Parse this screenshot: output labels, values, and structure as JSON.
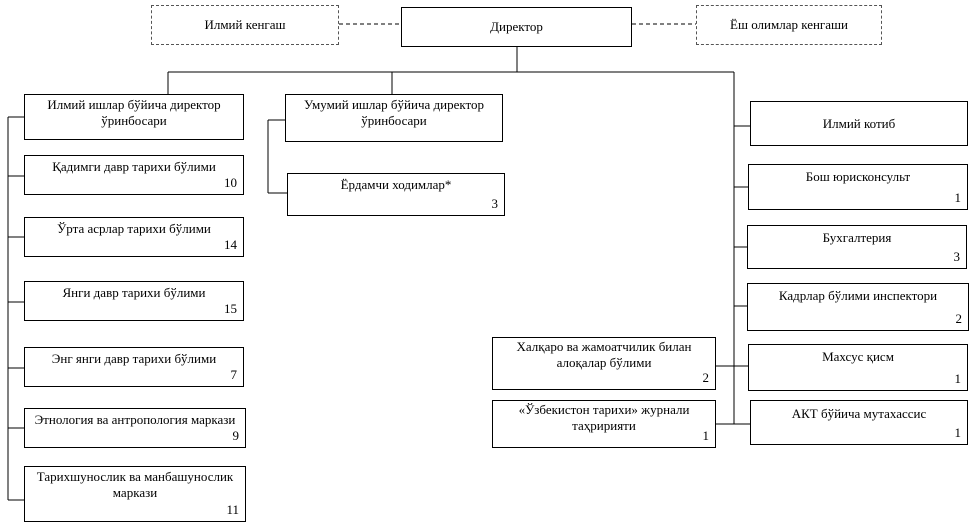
{
  "top": {
    "director": "Директор",
    "scientific_council": "Илмий кенгаш",
    "young_scientists_council": "Ёш олимлар кенгаши"
  },
  "left": {
    "deputy_science": "Илмий ишлар бўйича директор ўринбосари",
    "departments": [
      {
        "label": "Қадимги давр тарихи бўлими",
        "count": "10"
      },
      {
        "label": "Ўрта асрлар тарихи бўлими",
        "count": "14"
      },
      {
        "label": "Янги давр тарихи бўлими",
        "count": "15"
      },
      {
        "label": "Энг янги давр тарихи бўлими",
        "count": "7"
      },
      {
        "label": "Этнология ва антропология маркази",
        "count": "9"
      },
      {
        "label": "Тарихшунослик ва манбашунослик маркази",
        "count": "11"
      }
    ]
  },
  "middle": {
    "deputy_general": "Умумий ишлар бўйича директор ўринбосари",
    "support_staff": {
      "label": "Ёрдамчи ходимлар*",
      "count": "3"
    }
  },
  "right": {
    "secretary": "Илмий котиб",
    "units": [
      {
        "label": "Бош юрисконсульт",
        "count": "1"
      },
      {
        "label": "Бухгалтерия",
        "count": "3"
      },
      {
        "label": "Кадрлар бўлими инспектори",
        "count": "2"
      },
      {
        "label": "Махсус қисм",
        "count": "1"
      },
      {
        "label": "АКТ бўйича мутахассис",
        "count": "1"
      }
    ],
    "side_units": [
      {
        "label": "Халқаро ва жамоатчилик билан алоқалар бўлими",
        "count": "2"
      },
      {
        "label": "«Ўзбекистон тарихи» журнали таҳририяти",
        "count": "1"
      }
    ]
  }
}
